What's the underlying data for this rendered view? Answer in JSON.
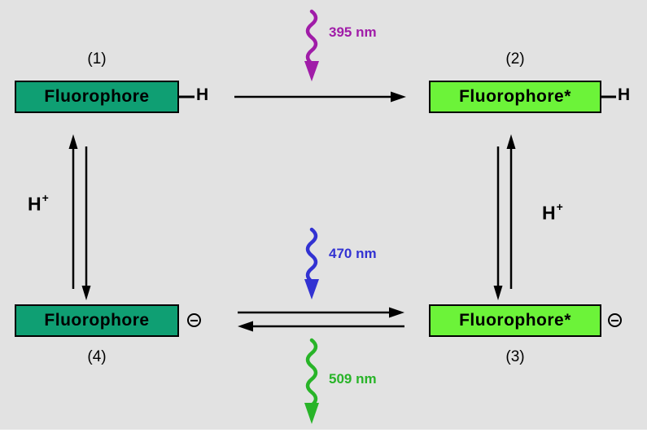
{
  "background": "#e2e2e2",
  "colors": {
    "protonated_box": "#0f9f73",
    "excited_box": "#6cf339",
    "excitation_395": "#a01ca8",
    "excitation_470": "#3232d2",
    "emission_509": "#28b428",
    "arrow": "#000000"
  },
  "states": [
    {
      "number": "(1)",
      "label": "Fluorophore",
      "attachment_label": "H"
    },
    {
      "number": "(2)",
      "label": "Fluorophore*",
      "attachment_label": "H"
    },
    {
      "number": "(3)",
      "label": "Fluorophore*",
      "attachment_icon": "minus-circle-icon"
    },
    {
      "number": "(4)",
      "label": "Fluorophore",
      "attachment_icon": "minus-circle-icon"
    }
  ],
  "wavelengths": {
    "excitation_top": "395 nm",
    "excitation_middle": "470 nm",
    "emission_bottom": "509 nm"
  },
  "proton_transfer": {
    "left_base": "H",
    "left_sup": "+",
    "right_base": "H",
    "right_sup": "+"
  }
}
